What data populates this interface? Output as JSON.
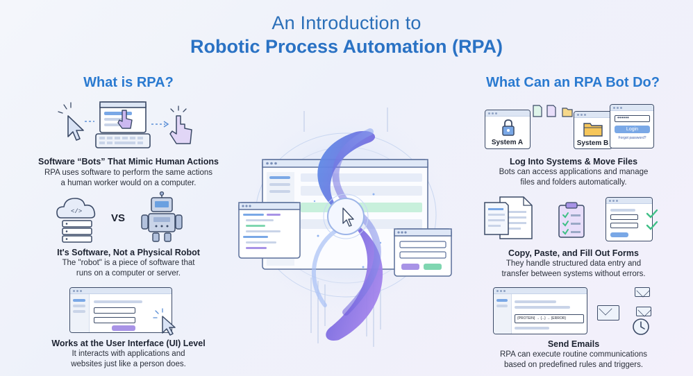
{
  "header": {
    "line1": "An Introduction to",
    "line2": "Robotic Process Automation (RPA)"
  },
  "left": {
    "heading": "What is RPA?",
    "items": [
      {
        "title": "Software “Bots” That Mimic Human Actions",
        "desc_lines": [
          "RPA uses software to perform the same actions",
          "a human worker would on a computer."
        ]
      },
      {
        "title": "It's Software, Not a Physical Robot",
        "desc_lines": [
          "The \"robot\" is a piece of software that",
          "runs on a computer or server."
        ],
        "vs_label": "VS"
      },
      {
        "title": "Works at the User Interface (UI) Level",
        "desc_lines": [
          "It interacts with applications and",
          "websites just like a person does."
        ]
      }
    ]
  },
  "right": {
    "heading": "What Can an RPA Bot Do?",
    "items": [
      {
        "title": "Log Into Systems & Move Files",
        "desc_lines": [
          "Bots can access applications and manage",
          "files and folders automatically."
        ],
        "system_a": "System A",
        "system_b": "System B",
        "login_button": "Login",
        "forgot_link": "Forgot password?",
        "password_mask": "••••••"
      },
      {
        "title": "Copy, Paste, and Fill Out Forms",
        "desc_lines": [
          "They handle structured data entry and",
          "transfer between systems without errors."
        ]
      },
      {
        "title": "Send Emails",
        "desc_lines": [
          "RPA can execute routine communications",
          "based on predefined rules and triggers."
        ],
        "rule_text": "{PROTEIN} → {...} → {ERROR}"
      }
    ]
  },
  "colors": {
    "accent_blue": "#2a7ad0",
    "title_blue": "#2b6fb8",
    "purple": "#8c6ee0",
    "green": "#5fcf9c",
    "outline": "#3b4a66"
  },
  "icons": [
    "cursor-icon",
    "laptop-icon",
    "hand-pointer-icon",
    "cloud-code-icon",
    "robot-icon",
    "lock-icon",
    "folder-icon",
    "document-icon",
    "clipboard-icon",
    "checkmark-icon",
    "envelope-icon",
    "clock-icon"
  ]
}
